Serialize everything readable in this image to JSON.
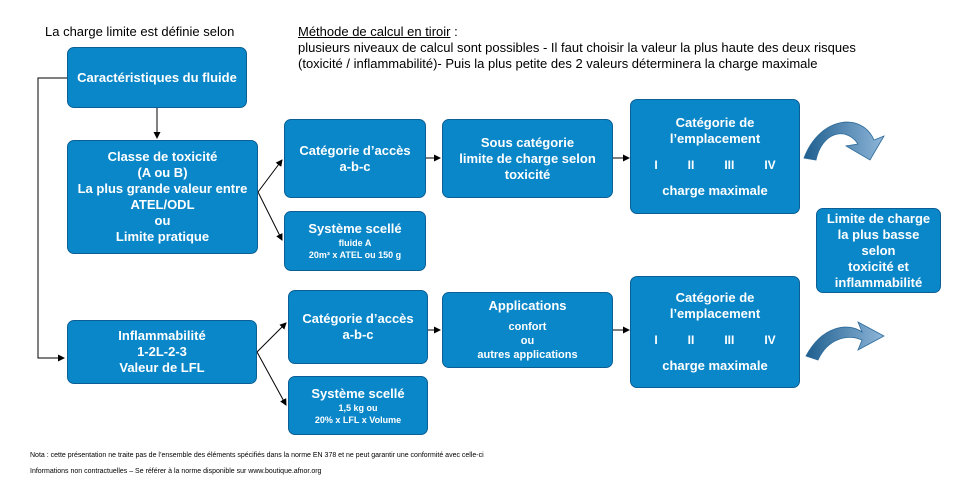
{
  "header": {
    "left_title": "La charge limite est définie selon",
    "method_title": "Méthode de calcul en tiroir",
    "method_colon": " :",
    "method_line1": "plusieurs niveaux de calcul sont possibles - Il faut choisir la valeur la plus haute des deux risques",
    "method_line2": "(toxicité / inflammabilité)- Puis la plus petite des 2 valeurs déterminera la charge maximale"
  },
  "boxes": {
    "fluid": "Caractéristiques du fluide",
    "toxicity": [
      "Classe de toxicité",
      "(A ou B)",
      "La plus grande valeur entre",
      "ATEL/ODL",
      "ou",
      "Limite pratique"
    ],
    "access_top": [
      "Catégorie d’accès",
      "a-b-c"
    ],
    "sealed_top": {
      "title": "Système scellé",
      "line1": "fluide A",
      "line2": "20m³ x ATEL ou 150 g"
    },
    "subcat": [
      "Sous catégorie",
      "limite de charge selon",
      "toxicité"
    ],
    "location_top": {
      "title1": "Catégorie de",
      "title2": "l’emplacement",
      "levels": [
        "I",
        "II",
        "III",
        "IV"
      ],
      "footer": "charge maximale"
    },
    "flammability": [
      "Inflammabilité",
      "1-2L-2-3",
      "Valeur de LFL"
    ],
    "access_bottom": [
      "Catégorie d’accès",
      "a-b-c"
    ],
    "sealed_bottom": {
      "title": "Système scellé",
      "line1": "1,5 kg ou",
      "line2": "20% x LFL x Volume"
    },
    "applications": {
      "title": "Applications",
      "line1": "confort",
      "line2": "ou",
      "line3": "autres applications"
    },
    "location_bottom": {
      "title1": "Catégorie de",
      "title2": "l’emplacement",
      "levels": [
        "I",
        "II",
        "III",
        "IV"
      ],
      "footer": "charge maximale"
    },
    "result": [
      "Limite de charge",
      "la plus basse",
      "selon",
      "toxicité et",
      "inflammabilité"
    ]
  },
  "notes": {
    "line1": "Nota : cette présentation ne traite pas de l’ensemble des éléments spécifiés dans la norme EN 378 et ne peut garantir une conformité avec celle-ci",
    "line2": "Informations non contractuelles – Se référer à la norme disponible sur www.boutique.afnor.org"
  },
  "colors": {
    "box_fill": "#0a87c8",
    "box_border": "#0b5f94",
    "arrow_dark": "#1f5f8f",
    "arrow_light": "#8fb6d9"
  }
}
